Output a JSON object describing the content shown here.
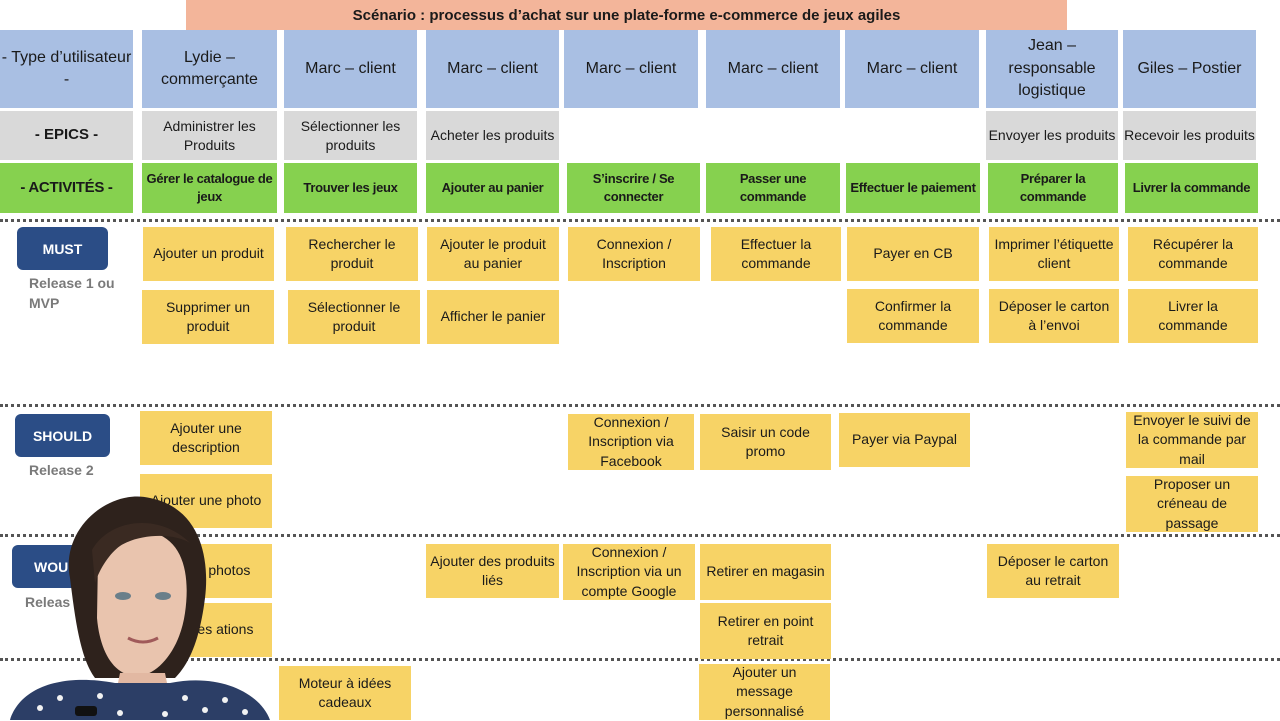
{
  "title": "Scénario : processus d’achat sur une plate-forme e-commerce de jeux agiles",
  "row_labels": {
    "user": "- Type d’utilisateur -",
    "epics": "- EPICS -",
    "activities": "- ACTIVITÉS -"
  },
  "users": [
    "Lydie – commerçante",
    "Marc – client",
    "Marc – client",
    "Marc – client",
    "Marc – client",
    "Marc – client",
    "Jean – responsable logistique",
    "Giles – Postier"
  ],
  "epics": [
    "Administrer les Produits",
    "Sélectionner les produits",
    "Acheter les produits",
    "",
    "",
    "",
    "Envoyer les produits",
    "Recevoir les produits"
  ],
  "activities": [
    "Gérer le catalogue de jeux",
    "Trouver les jeux",
    "Ajouter au panier",
    "S’inscrire / Se connecter",
    "Passer une commande",
    "Effectuer le paiement",
    "Préparer la commande",
    "Livrer la commande"
  ],
  "priorities": {
    "must": {
      "label": "MUST",
      "release": "Release 1 ou MVP"
    },
    "should": {
      "label": "SHOULD",
      "release": "Release 2"
    },
    "would": {
      "label": "WOUL",
      "release": "Releas"
    }
  },
  "notes": {
    "must": [
      "Ajouter un produit",
      "Supprimer un produit",
      "Rechercher le produit",
      "Sélectionner le produit",
      "Ajouter le produit au panier",
      "Afficher le panier",
      "Connexion / Inscription",
      "Effectuer la commande",
      "Payer en CB",
      "Confirmer la commande",
      "Imprimer l’étiquette client",
      "Déposer le carton à l’envoi",
      "Récupérer la commande",
      "Livrer la commande"
    ],
    "should": [
      "Ajouter une description",
      "Ajouter une photo",
      "Connexion / Inscription via Facebook",
      "Saisir un code promo",
      "Payer via Paypal",
      "Envoyer le suivi de la commande par mail",
      "Proposer un créneau de passage"
    ],
    "would": [
      "Droper photos",
      "cher des ations",
      "Ajouter des produits liés",
      "Connexion / Inscription via un compte Google",
      "Retirer en magasin",
      "Retirer en point retrait",
      "Déposer le carton au retrait"
    ],
    "bottom": [
      "Moteur à idées cadeaux",
      "Ajouter un message personnalisé"
    ]
  }
}
